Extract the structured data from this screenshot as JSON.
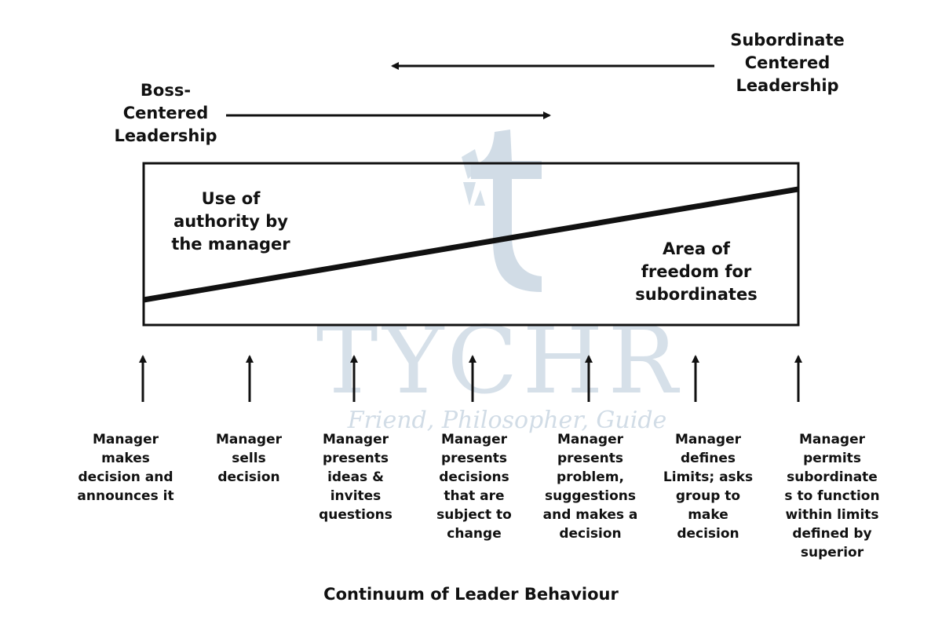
{
  "watermark": {
    "brand": "TYCHR",
    "tagline": "Friend, Philosopher, Guide",
    "color": "#c9d6e2"
  },
  "subordinate_label": "Subordinate\nCentered\nLeadership",
  "boss_label": "Boss-\nCentered\nLeadership",
  "box": {
    "upper_label": "Use of\nauthority by\nthe manager",
    "lower_label": "Area of\nfreedom for\nsubordinates"
  },
  "behaviors": [
    "Manager\nmakes\ndecision and\nannounces it",
    "Manager\nsells\ndecision",
    "Manager\npresents\nideas &\ninvites\nquestions",
    "Manager\npresents\ndecisions\nthat are\nsubject to\nchange",
    "Manager\npresents\nproblem,\nsuggestions\nand makes a\ndecision",
    "Manager\ndefines\nLimits; asks\ngroup to\nmake\ndecision",
    "Manager\npermits\nsubordinate\ns to function\nwithin limits\ndefined by\nsuperior"
  ],
  "caption": "Continuum of Leader Behaviour"
}
